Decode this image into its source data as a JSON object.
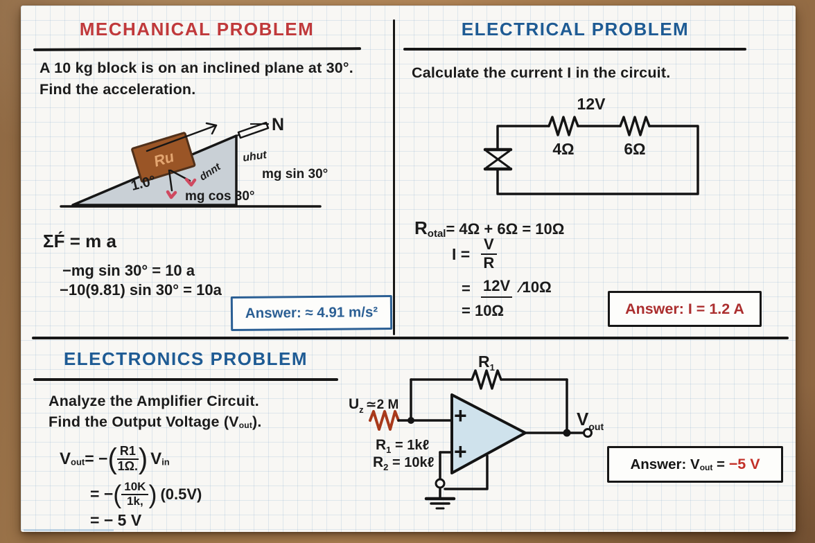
{
  "palette": {
    "wood": "#a57c4e",
    "paper": "#f8f7f4",
    "ink": "#1b1b1b",
    "red_title": "#c0393b",
    "blue_title": "#1e5b94",
    "answer_blue": "#2b5f94",
    "answer_red": "#ab2e2e",
    "answer_red2": "#c23028",
    "block_brown": "#9a5526",
    "triangle_gray": "#c9d0d6",
    "opamp_fill": "#cfe2ec",
    "red_accent": "#cf4960",
    "red_resistor": "#a8391b"
  },
  "mechanical": {
    "title": "MECHANICAL PROBLEM",
    "line1": "A 10 kg block is on an inclined plane at 30°.",
    "line2": "Find the acceleration.",
    "diagram": {
      "block": "Ru",
      "normal": "N",
      "angle": "1.0°",
      "mg_cos": "mg cos 30°",
      "mg_sin": "mg sin 30°",
      "scribble_a": "uhut",
      "scribble_b": "dnnt"
    },
    "eq_newton": "ΣF́ = m a",
    "eq_step1": "−mg sin 30° = 10 a",
    "eq_step2": "−10(9.81) sin 30° = 10a",
    "answer": "Answer: ≈ 4.91 m/s²"
  },
  "electrical": {
    "title": "ELECTRICAL PROBLEM",
    "problem": "Calculate the current I in the circuit.",
    "circuit": {
      "source": "12V",
      "r1": "4Ω",
      "r2": "6Ω"
    },
    "rtotal": {
      "base": "R",
      "sub": "otal",
      "rest": " = 4Ω + 6Ω = 10Ω"
    },
    "ohm": {
      "lhs": "I =",
      "num": "V",
      "den": "R"
    },
    "subst": {
      "eq1": "=",
      "num": "12V",
      "side": "∕10Ω",
      "eq2": "= 10Ω"
    },
    "answer": "Answer: I = 1.2 A"
  },
  "electronics": {
    "title": "ELECTRONICS PROBLEM",
    "line1": "Analyze the Amplifier Circuit.",
    "line2_pre": "Find the Output Voltage (V",
    "line2_sub": "out",
    "line2_post": ").",
    "eq1": {
      "v": "V",
      "vsub": "out",
      "mid": " = −",
      "paren_open": "(",
      "num": "R1",
      "den": "1Ω.",
      "paren_close": ")",
      "vin": "V",
      "vinsub": "in"
    },
    "eq2": {
      "pre": "= −",
      "paren_open": "(",
      "num": "10K",
      "den": "1k,",
      "paren_close": ")",
      "post": "(0.5V)"
    },
    "eq3": "= − 5 V",
    "circuit": {
      "rf_base": "R",
      "rf_sub": "1",
      "input_u": "U",
      "input_sub": "z",
      "input_rest": "≃2 M",
      "r1_base": "R",
      "r1_sub": "1",
      "r1_rest": " = 1kℓ",
      "r2_base": "R",
      "r2_sub": "2",
      "r2_rest": " = 10kℓ",
      "plus_a": "+",
      "plus_b": "+",
      "vout_v": "V",
      "vout_sub": "out"
    },
    "answer": {
      "label": "Answer: V",
      "sub": "out",
      "eq": " = ",
      "value": "−5 V"
    }
  }
}
